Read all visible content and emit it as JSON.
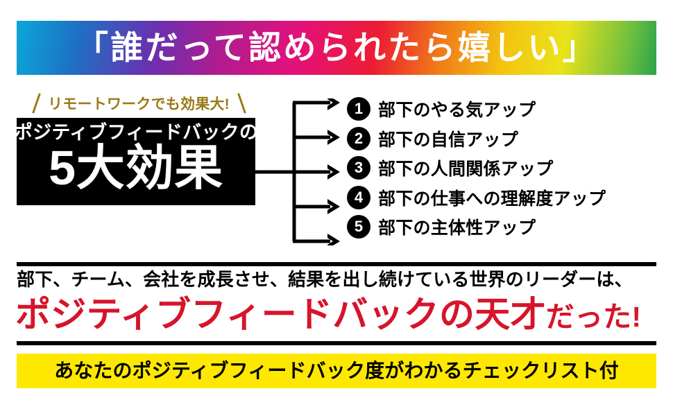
{
  "hero": {
    "text": "「誰だって認められたら嬉しい」",
    "gradient_start": "#0aa7d8",
    "gradient_end": "#2aa34a",
    "text_color": "#ffffff"
  },
  "left_block": {
    "remote_note": "リモートワークでも効果大!",
    "remote_note_color": "#9a7a17",
    "box": {
      "background": "#000000",
      "text_color": "#ffffff",
      "line_small": "ポジティブフィードバックの",
      "line_big": "5大効果"
    }
  },
  "effects": {
    "items": [
      {
        "number": "1",
        "label": "部下のやる気アップ"
      },
      {
        "number": "2",
        "label": "部下の自信アップ"
      },
      {
        "number": "3",
        "label": "部下の人間関係アップ"
      },
      {
        "number": "4",
        "label": "部下の仕事への理解度アップ"
      },
      {
        "number": "5",
        "label": "部下の主体性アップ"
      }
    ]
  },
  "bottom": {
    "lead_line": "部下、チーム、会社を成長させ、結果を出し続けている世界のリーダーは、",
    "headline_main": "ポジティブフィードバックの天才",
    "headline_tail": "だった!",
    "headline_color": "#d6142b",
    "checklist_bar": "あなたのポジティブフィードバック度がわかるチェックリスト付",
    "checklist_bar_background": "#ffe800",
    "checklist_bar_text_color": "#000000"
  }
}
